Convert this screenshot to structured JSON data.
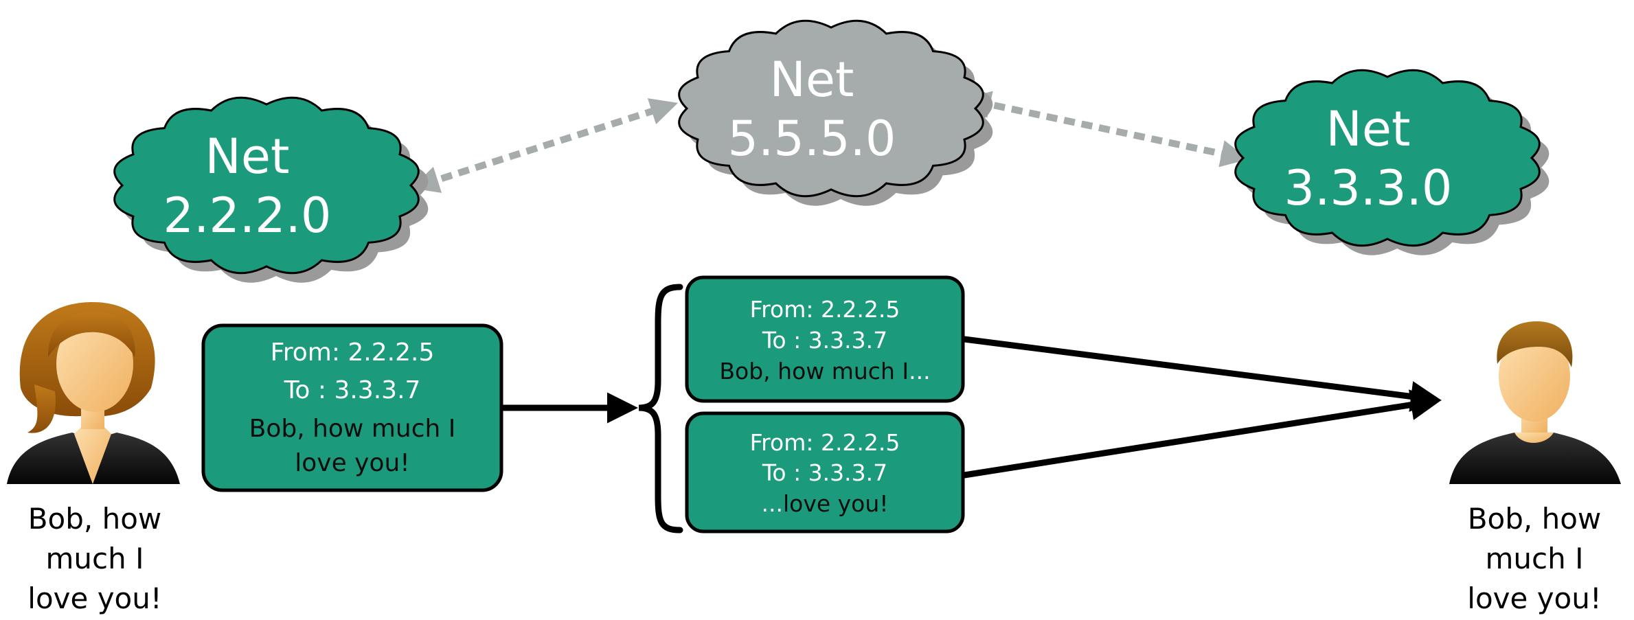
{
  "colors": {
    "net_green": "#1b9b7b",
    "net_gray": "#a5acab",
    "packet_fill": "#1b9b7b",
    "packet_white_text": "#ffffff",
    "packet_dark_text": "#0d0d0d",
    "arrow_gray": "#a5acab",
    "arrow_black": "#000000"
  },
  "networks": [
    {
      "id": "net-2",
      "line1": "Net",
      "line2": "2.2.2.0",
      "color": "green"
    },
    {
      "id": "net-5",
      "line1": "Net",
      "line2": "5.5.5.0",
      "color": "gray"
    },
    {
      "id": "net-3",
      "line1": "Net",
      "line2": "3.3.3.0",
      "color": "green"
    }
  ],
  "sender": {
    "icon": "woman-user-icon",
    "caption": [
      "Bob, how",
      "much I",
      "love you!"
    ]
  },
  "receiver": {
    "icon": "man-user-icon",
    "caption": [
      "Bob, how",
      "much I",
      "love you!"
    ]
  },
  "original_packet": {
    "from": "From: 2.2.2.5",
    "to": "To : 3.3.3.7",
    "body": [
      "Bob, how much I",
      "love you!"
    ]
  },
  "fragments": [
    {
      "from": "From: 2.2.2.5",
      "to": "To : 3.3.3.7",
      "body": "Bob, how much I",
      "ellipsis": "..."
    },
    {
      "from": "From: 2.2.2.5",
      "to": "To : 3.3.3.7",
      "ellipsis": "...",
      "body": "love you!"
    }
  ]
}
